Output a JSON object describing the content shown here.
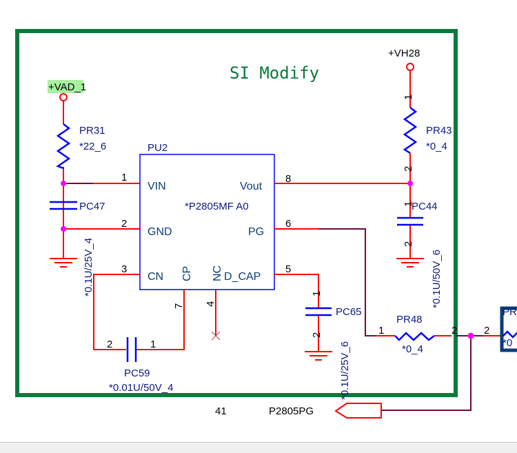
{
  "title": "SI Modify",
  "power": {
    "vad": "+VAD",
    "vad_suffix": "_1",
    "vh28": "+VH28"
  },
  "ic": {
    "ref": "PU2",
    "part": "*P2805MF A0",
    "pins": {
      "vin": "VIN",
      "gnd": "GND",
      "cn": "CN",
      "cp": "CP",
      "nc": "NC",
      "dcap": "D_CAP",
      "vout": "Vout",
      "pg": "PG"
    },
    "pin_numbers": {
      "vin": "1",
      "gnd": "2",
      "cn": "3",
      "cp": "7",
      "nc": "4",
      "dcap": "5",
      "vout": "8",
      "pg": "6"
    }
  },
  "components": {
    "pr31": {
      "ref": "PR31",
      "value": "*22_6"
    },
    "pc47": {
      "ref": "PC47",
      "value": "*0.1U/25V_4"
    },
    "pc59": {
      "ref": "PC59",
      "value": "*0.01U/50V_4",
      "pin_a": "2",
      "pin_b": "1"
    },
    "pr43": {
      "ref": "PR43",
      "value": "*0_4",
      "pin_a": "1",
      "pin_b": "2"
    },
    "pc44": {
      "ref": "PC44",
      "value": "*0.1U/50V_6",
      "pin_a": "1",
      "pin_b": "2"
    },
    "pc65": {
      "ref": "PC65",
      "value": "*0.1U/25V_6",
      "pin_a": "1",
      "pin_b": "2"
    },
    "pr48": {
      "ref": "PR48",
      "value": "*0_4",
      "pin_a": "1",
      "pin_b": "2"
    },
    "pr_next": {
      "ref": "PR",
      "value": "*0",
      "pin": "2"
    }
  },
  "net": {
    "label": "P2805PG",
    "page": "41"
  },
  "colors": {
    "frame": "#0a7a3c",
    "wire": "#ff0000",
    "component": "#0000ff",
    "junction": "#ff00ff"
  }
}
